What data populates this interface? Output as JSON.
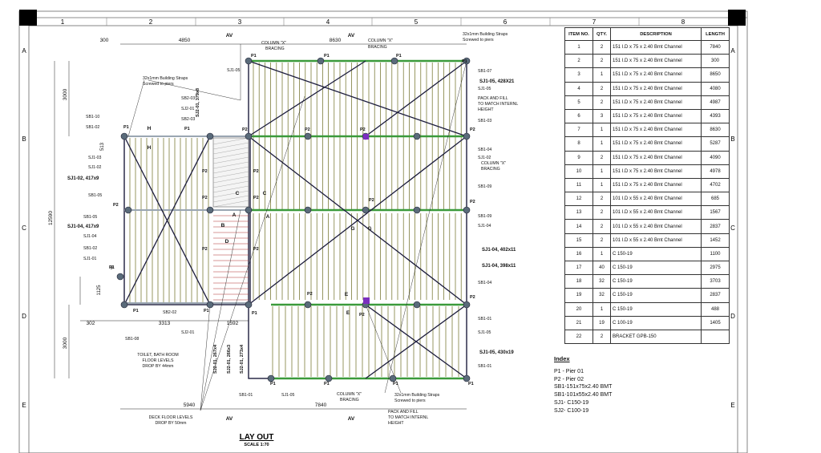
{
  "columns": [
    "1",
    "2",
    "3",
    "4",
    "5",
    "6",
    "7",
    "8"
  ],
  "rows": [
    "A",
    "B",
    "C",
    "D",
    "E"
  ],
  "title": {
    "main": "LAY OUT",
    "scale": "SCALE 1:70"
  },
  "dims_top": [
    "300",
    "4850",
    "8630"
  ],
  "dims_left": [
    "3000",
    "513",
    "12590",
    "1125",
    "3000"
  ],
  "dims_bottom": [
    "302",
    "3313",
    "1592",
    "5940",
    "7840"
  ],
  "section_markers": [
    "AV",
    "AV",
    "AV",
    "AV",
    "H",
    "H",
    "C",
    "C",
    "A",
    "A",
    "B",
    "D",
    "F",
    "G",
    "G",
    "E",
    "E"
  ],
  "members": {
    "sj1_05_top": "SJ1-05, 428X21",
    "sj1_02": "SJ1-02, 417x9",
    "sj1_04_left": "SJ1-04, 417x9",
    "sj1_04_402": "SJ1-04, 402x11",
    "sj1_04_398": "SJ1-04, 398x11",
    "sj1_05_bottom": "SJ1-05, 430x19",
    "sj2_01_379": "SJ2-01, 379x8",
    "sj2_01_267": "SJ2-01, 267x4",
    "sj2_01_266": "SJ2-01, 266x3",
    "sj2_01_273": "SJ2-01, 273x4"
  },
  "piers": {
    "p1": "P1",
    "p2": "P2"
  },
  "notes": {
    "column_x": "COLUMN \"X\"",
    "bracing": "BRACING",
    "straps_1": "32x1mm Building Straps",
    "straps_2": "Screwed to piers",
    "pack_1": "PACK AND FILL",
    "pack_2": "TO MATCH INTERNL",
    "pack_3": "HEIGHT",
    "toilet_1": "TOILET, BATH ROOM",
    "toilet_2": "FLOOR LEVELS",
    "toilet_3": "DROP BY 44mm",
    "deck_1": "DECK FLOOR LEVELS",
    "deck_2": "DROP BY 50mm"
  },
  "labels": {
    "sb1_10": "SB1-10",
    "sb1_02": "SB1-02",
    "sj1_03": "SJ1-03",
    "sj1_02": "SJ1-02",
    "sb1_05": "SB1-05",
    "sb1_05b": "SB1-05",
    "sj1_04": "SJ1-04",
    "sb1_02b": "SB1-02",
    "sj1_01": "SJ1-01",
    "sb2_03": "SB2-03",
    "sj2_01": "SJ2-01",
    "sb2_03b": "SB2-03",
    "sb2_02": "SB2-02",
    "sb1_08": "SB1-08",
    "sj2_01b": "SJ2-01",
    "sj1_05": "SJ1-05",
    "sb1_07": "SB1-07",
    "sj1_05r": "SJ1-05",
    "sb1_03": "SB1-03",
    "sb1_04": "SB1-04",
    "sj1_02r": "SJ1-02",
    "sb1_09": "SB1-09",
    "sb1_09b": "SB1-09",
    "sj1_04r": "SJ1-04",
    "sb1_04b": "SB1-04",
    "sb1_01": "SB1-01",
    "sj1_05rb": "SJ1-05",
    "sb1_01b": "SB1-01",
    "sb1_01c": "SB1-01",
    "sj1_05b": "SJ1-05"
  },
  "table": {
    "headers": [
      "ITEM NO.",
      "QTY.",
      "DESCRIPTION",
      "LENGTH"
    ],
    "rows": [
      [
        "1",
        "2",
        "151 I.D x 75 x 2.40 Bmt Channel",
        "7840"
      ],
      [
        "2",
        "2",
        "151 I.D x 75 x 2.40 Bmt Channel",
        "300"
      ],
      [
        "3",
        "1",
        "151 I.D x 75 x 2.40 Bmt Channel",
        "8650"
      ],
      [
        "4",
        "2",
        "151 I.D x 75 x 2.40 Bmt Channel",
        "4080"
      ],
      [
        "5",
        "2",
        "151 I.D x 75 x 2.40 Bmt Channel",
        "4987"
      ],
      [
        "6",
        "3",
        "151 I.D x 75 x 2.40 Bmt Channel",
        "4393"
      ],
      [
        "7",
        "1",
        "151 I.D x 75 x 2.40 Bmt Channel",
        "8630"
      ],
      [
        "8",
        "1",
        "151 I.D x 75 x 2.40 Bmt Channel",
        "5287"
      ],
      [
        "9",
        "2",
        "151 I.D x 75 x 2.40 Bmt Channel",
        "4090"
      ],
      [
        "10",
        "1",
        "151 I.D x 75 x 2.40 Bmt Channel",
        "4978"
      ],
      [
        "11",
        "1",
        "151 I.D x 75 x 2.40 Bmt Channel",
        "4702"
      ],
      [
        "12",
        "2",
        "101 I.D x 55 x 2.40 Bmt Channel",
        "685"
      ],
      [
        "13",
        "2",
        "101 I.D x 55 x 2.40 Bmt Channel",
        "1567"
      ],
      [
        "14",
        "2",
        "101 I.D x 55 x 2.40 Bmt Channel",
        "2837"
      ],
      [
        "15",
        "2",
        "101 I.D x 55 x 2.40 Bmt Channel",
        "1452"
      ],
      [
        "16",
        "1",
        "C 150-19",
        "1100"
      ],
      [
        "17",
        "40",
        "C 150-19",
        "2975"
      ],
      [
        "18",
        "32",
        "C 150-19",
        "3703"
      ],
      [
        "19",
        "32",
        "C 150-19",
        "2837"
      ],
      [
        "20",
        "1",
        "C 150-19",
        "488"
      ],
      [
        "21",
        "19",
        "C 100-19",
        "1405"
      ],
      [
        "22",
        "2",
        "BRACKET GPB-150",
        ""
      ]
    ]
  },
  "index": {
    "title": "Index",
    "items": [
      "P1 - Pier 01",
      "P2 - Pier 02",
      "SB1-151x75x2.40 BMT",
      "SB1-101x55x2.40 BMT",
      "SJ1- C150-19",
      "SJ2- C100-19"
    ]
  },
  "colors": {
    "joist": "#6b6b1e",
    "bearer": "#3b9a3b",
    "frame": "#1c1c3c",
    "pier": "#5a6b7a",
    "stair": "#b03030",
    "accent": "#7b2fbf"
  }
}
